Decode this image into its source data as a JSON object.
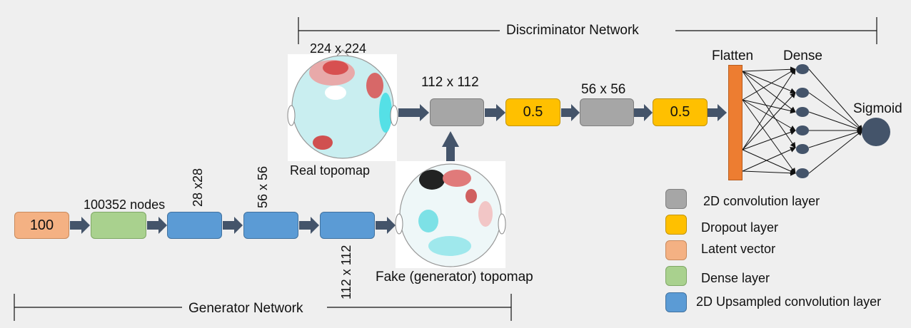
{
  "discriminator": {
    "label": "Discriminator Network",
    "real_size": "224 x 224",
    "real_caption": "Real topomap",
    "conv1_size": "112 x 112",
    "dropout1": "0.5",
    "conv2_size": "56 x 56",
    "dropout2": "0.5",
    "flatten_label": "Flatten",
    "dense_label": "Dense",
    "sigmoid_label": "Sigmoid"
  },
  "generator": {
    "label": "Generator Network",
    "latent": "100",
    "dense_nodes": "100352 nodes",
    "up1_size": "28 x28",
    "up2_size": "56 x 56",
    "up3_size": "112 x 112",
    "fake_caption": "Fake (generator) topomap"
  },
  "legend": [
    {
      "label": "2D convolution layer",
      "color": "#a6a6a6"
    },
    {
      "label": "Dropout layer",
      "color": "#ffc000"
    },
    {
      "label": "Latent vector",
      "color": "#f4b183"
    },
    {
      "label": "Dense layer",
      "color": "#a9d18e"
    },
    {
      "label": "2D Upsampled convolution layer",
      "color": "#5b9bd5"
    }
  ],
  "colors": {
    "arrow": "#44546a",
    "node": "#44546a"
  }
}
